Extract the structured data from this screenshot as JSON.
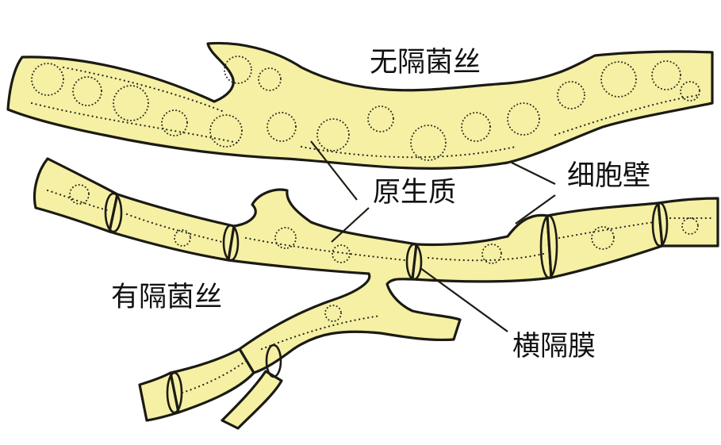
{
  "figure": {
    "labels": {
      "aseptate_hyphae": "无隔菌丝",
      "cell_wall": "细胞壁",
      "protoplasm": "原生质",
      "septate_hyphae": "有隔菌丝",
      "septum": "横隔膜"
    },
    "colors": {
      "hypha_fill": "#f5f0a4",
      "outline": "#1b1b14",
      "background": "#ffffff"
    }
  }
}
